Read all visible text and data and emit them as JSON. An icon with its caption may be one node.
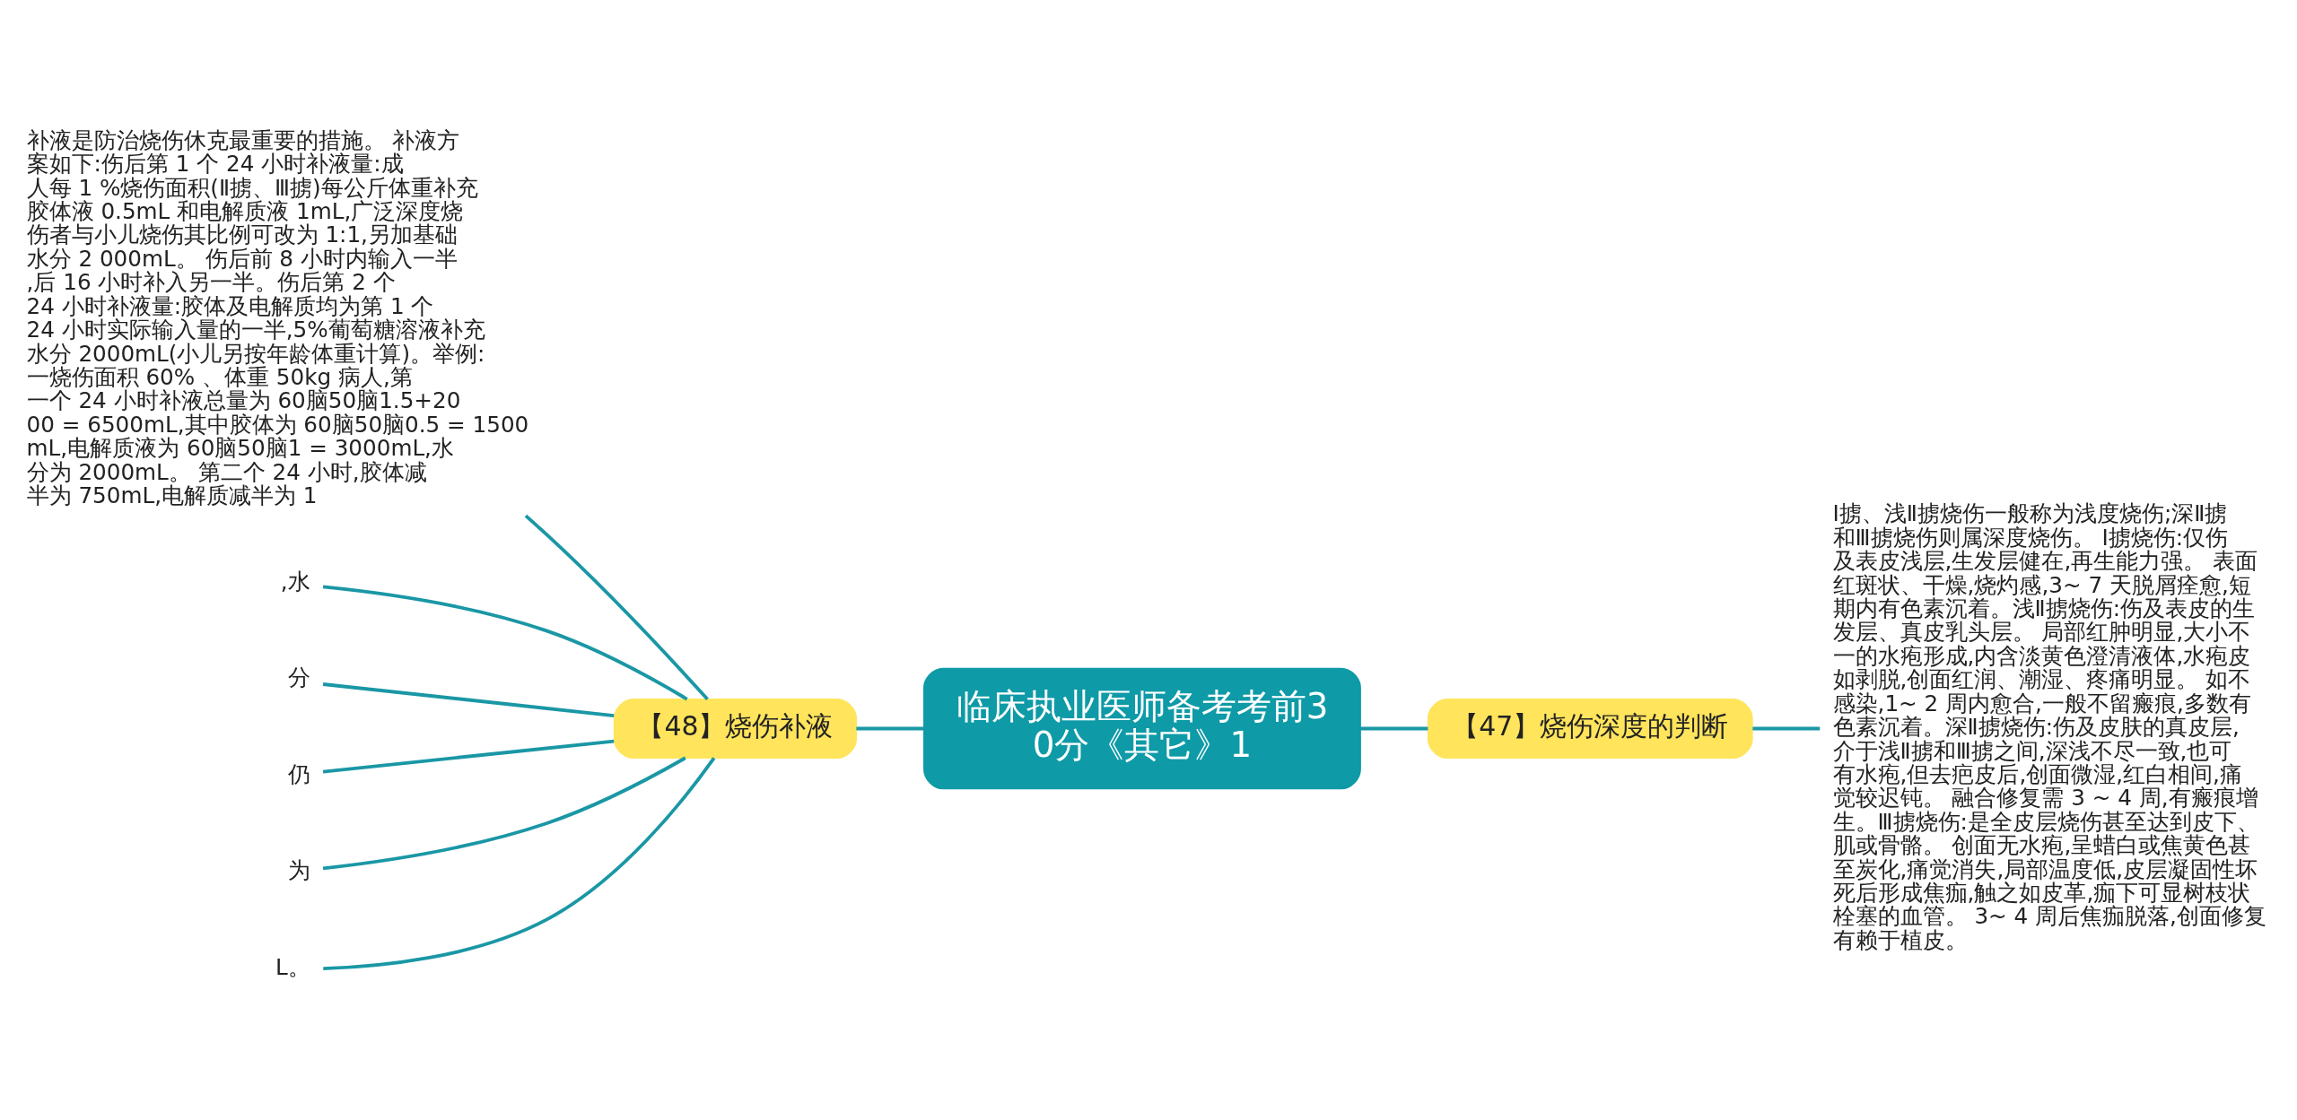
{
  "diagram": {
    "nodes": [
      {
        "text": [
          "临床执业医师备考考前30分《其它》1"
        ]
      },
      {
        "text": [
          "【48】烧伤补液"
        ]
      },
      {
        "text": [
          "补液是防治烧伤休克最重要的措施。 补液方案如下:伤后第 1 个 24 小时补液量:成人每 1 %烧伤面积(Ⅱ掳、Ⅲ掳)每公斤体重补充胶体液 0.5mL 和电解质液 1mL,广泛深度烧伤者与小儿烧伤其比例可改为 1:1,另加基础水分 2 000mL。 伤后前 8 小时内输入一半,后 16 小时补入另一半。伤后第 2 个 24 小时补液量:胶体及电解质均为第 1 个 24 小时实际输入量的一半,5%葡萄糖溶液补充水分 2000mL(小儿另按年龄体重计算)。举例:一烧伤面积 60% 、体重 50kg 病人,第一个 24 小时补液总量为 60脑50脑1.5+2000 = 6500mL,其中胶体为 60脑50脑0.5 = 1500mL,电解质液为 60脑50脑1 = 3000mL,水分为 2000mL。 第二个 24 小时,胶体减半为 750mL,电解质减半为 1"
        ]
      },
      {
        "text": [
          ",水"
        ]
      },
      {
        "text": [
          "分"
        ]
      },
      {
        "text": [
          "仍"
        ]
      },
      {
        "text": [
          "为"
        ]
      },
      {
        "text": [
          "L。"
        ]
      },
      {
        "text": [
          "【47】烧伤深度的判断"
        ]
      },
      {
        "text": [
          "Ⅰ掳、浅Ⅱ掳烧伤一般称为浅度烧伤;深Ⅱ掳和Ⅲ掳烧伤则属深度烧伤。 Ⅰ掳烧伤:仅伤及表皮浅层,生发层健在,再生能力强。 表面红斑状、干燥,烧灼感,3~ 7 天脱屑痊愈,短期内有色素沉着。浅Ⅱ掳烧伤:伤及表皮的生发层、真皮乳头层。 局部红肿明显,大小不一的水疱形成,内含淡黄色澄清液体,水疱皮如剥脱,创面红润、潮湿、疼痛明显。 如不感染,1~ 2 周内愈合,一般不留瘢痕,多数有色素沉着。深Ⅱ掳烧伤:伤及皮肤的真皮层,介于浅Ⅱ掳和Ⅲ掳之间,深浅不尽一致,也可有水疱,但去疤皮后,创面微湿,红白相间,痛觉较迟钝。 融合修复需 3 ~ 4 周,有瘢痕增生。Ⅲ掳烧伤:是全皮层烧伤甚至达到皮下、肌或骨骼。 创面无水疱,呈蜡白或焦黄色甚至炭化,痛觉消失,局部温度低,皮层凝固性坏死后形成焦痂,触之如皮革,痂下可显树枝状栓塞的血管。 3~ 4 周后焦痂脱落,创面修复有赖于植皮。"
        ]
      }
    ],
    "edges": [
      {
        "from": 0,
        "to": 1,
        "arrow": "none"
      },
      {
        "from": 1,
        "to": 2,
        "arrow": "none"
      },
      {
        "from": 1,
        "to": 3,
        "arrow": "none"
      },
      {
        "from": 1,
        "to": 4,
        "arrow": "none"
      },
      {
        "from": 1,
        "to": 5,
        "arrow": "none"
      },
      {
        "from": 1,
        "to": 6,
        "arrow": "none"
      },
      {
        "from": 1,
        "to": 7,
        "arrow": "none"
      },
      {
        "from": 0,
        "to": 8,
        "arrow": "none"
      },
      {
        "from": 8,
        "to": 9,
        "arrow": "none"
      }
    ]
  }
}
